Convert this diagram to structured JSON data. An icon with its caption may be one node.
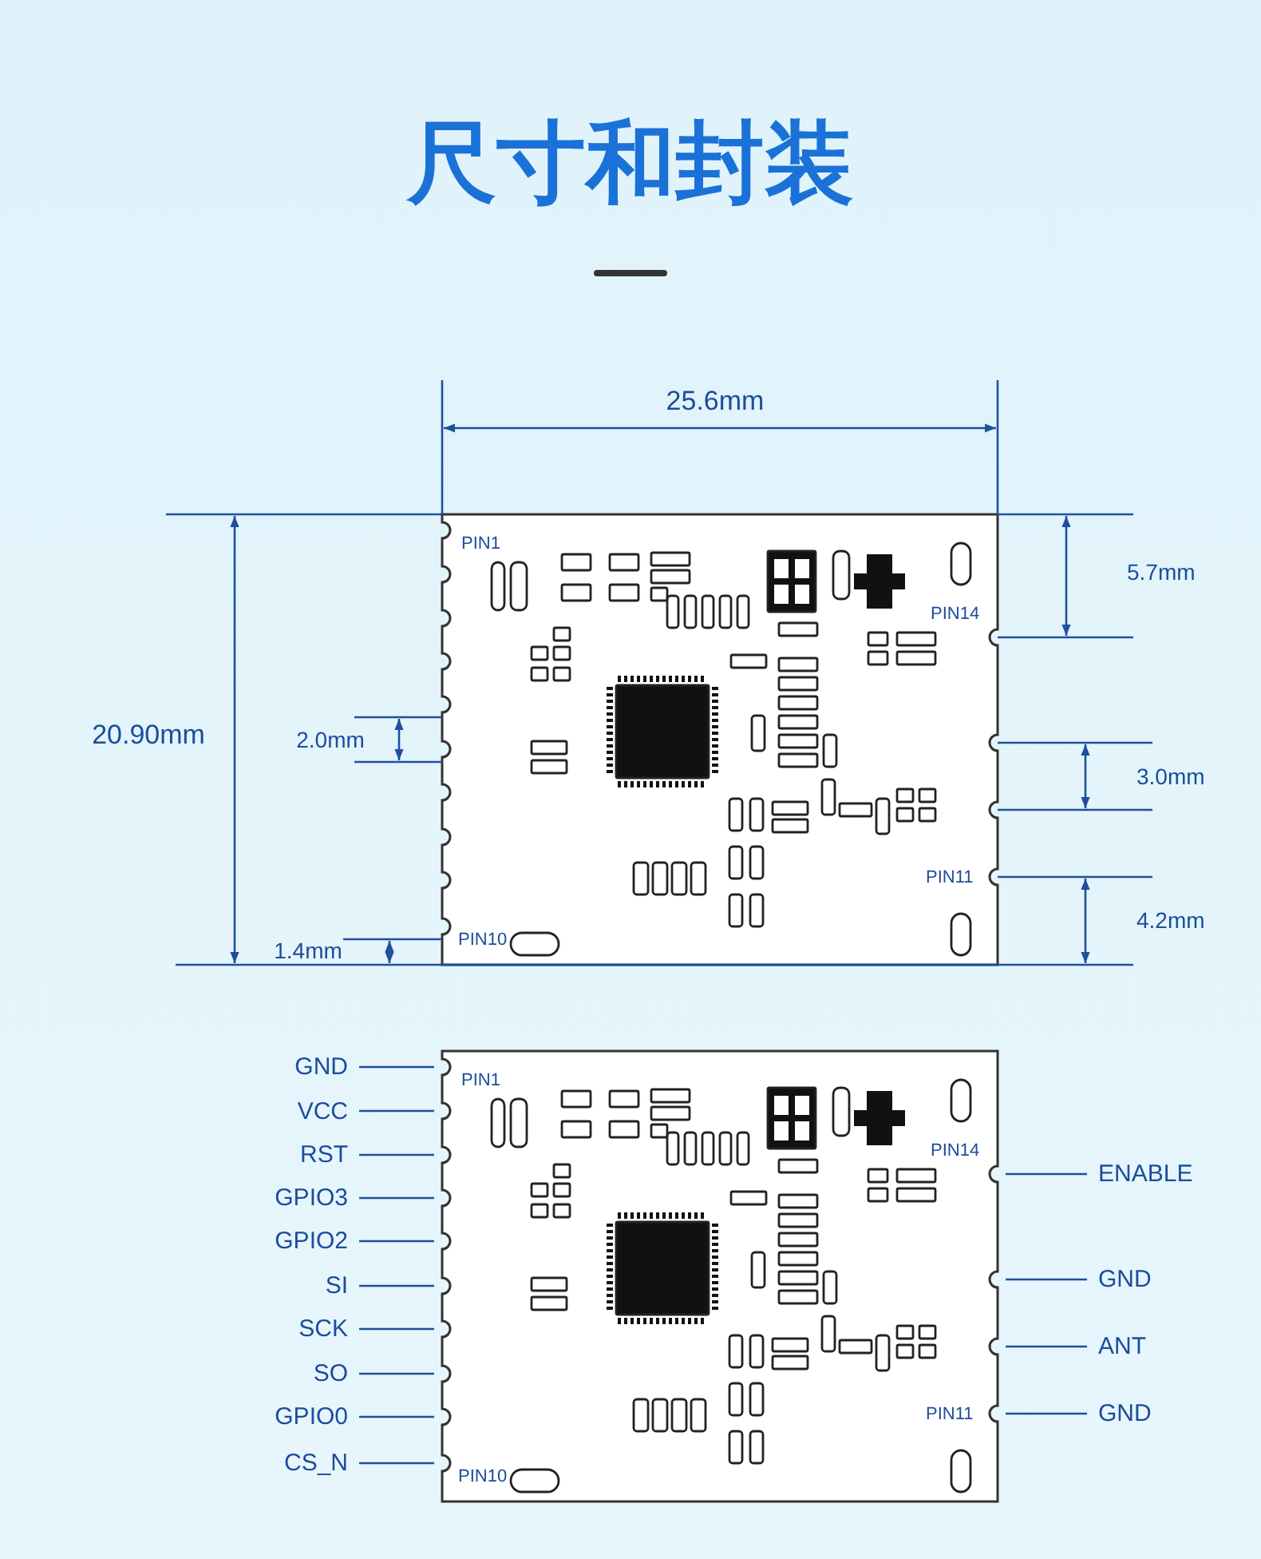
{
  "diagram": {
    "title": "尺寸和封装",
    "nodes": [
      {
        "text": [
          "GND"
        ]
      },
      {
        "text": [
          "VCC"
        ]
      },
      {
        "text": [
          "RST"
        ]
      },
      {
        "text": [
          "GPIO3"
        ]
      },
      {
        "text": [
          "GPIO2"
        ]
      },
      {
        "text": [
          "SI"
        ]
      },
      {
        "text": [
          "SCK"
        ]
      },
      {
        "text": [
          "SO"
        ]
      },
      {
        "text": [
          "GPIO0"
        ]
      },
      {
        "text": [
          "CS_N"
        ]
      },
      {
        "text": [
          "ENABLE"
        ]
      },
      {
        "text": [
          "GND"
        ]
      },
      {
        "text": [
          "ANT"
        ]
      },
      {
        "text": [
          "GND"
        ]
      },
      {
        "text": [],
        "shape": "picture"
      }
    ],
    "edges": [
      {
        "from": 0,
        "to": 14,
        "arrow": "none"
      },
      {
        "from": 1,
        "to": 14,
        "arrow": "none"
      },
      {
        "from": 2,
        "to": 14,
        "arrow": "none"
      },
      {
        "from": 3,
        "to": 14,
        "arrow": "none"
      },
      {
        "from": 4,
        "to": 14,
        "arrow": "none"
      },
      {
        "from": 5,
        "to": 14,
        "arrow": "none"
      },
      {
        "from": 6,
        "to": 14,
        "arrow": "none"
      },
      {
        "from": 7,
        "to": 14,
        "arrow": "none"
      },
      {
        "from": 8,
        "to": 14,
        "arrow": "none"
      },
      {
        "from": 9,
        "to": 14,
        "arrow": "none"
      },
      {
        "from": 10,
        "to": 14,
        "arrow": "none"
      },
      {
        "from": 11,
        "to": 14,
        "arrow": "none"
      },
      {
        "from": 12,
        "to": 14,
        "arrow": "none"
      },
      {
        "from": 13,
        "to": 14,
        "arrow": "none"
      }
    ],
    "labels": [
      "25.6mm",
      "PIN1",
      "5.7mm",
      "PIN14",
      "20.90mm",
      "2.0mm",
      "3.0mm",
      "PIN11",
      "4.2mm",
      "1.4mm",
      "PIN10",
      "PIN1",
      "PIN14",
      "PIN11",
      "PIN10"
    ]
  }
}
